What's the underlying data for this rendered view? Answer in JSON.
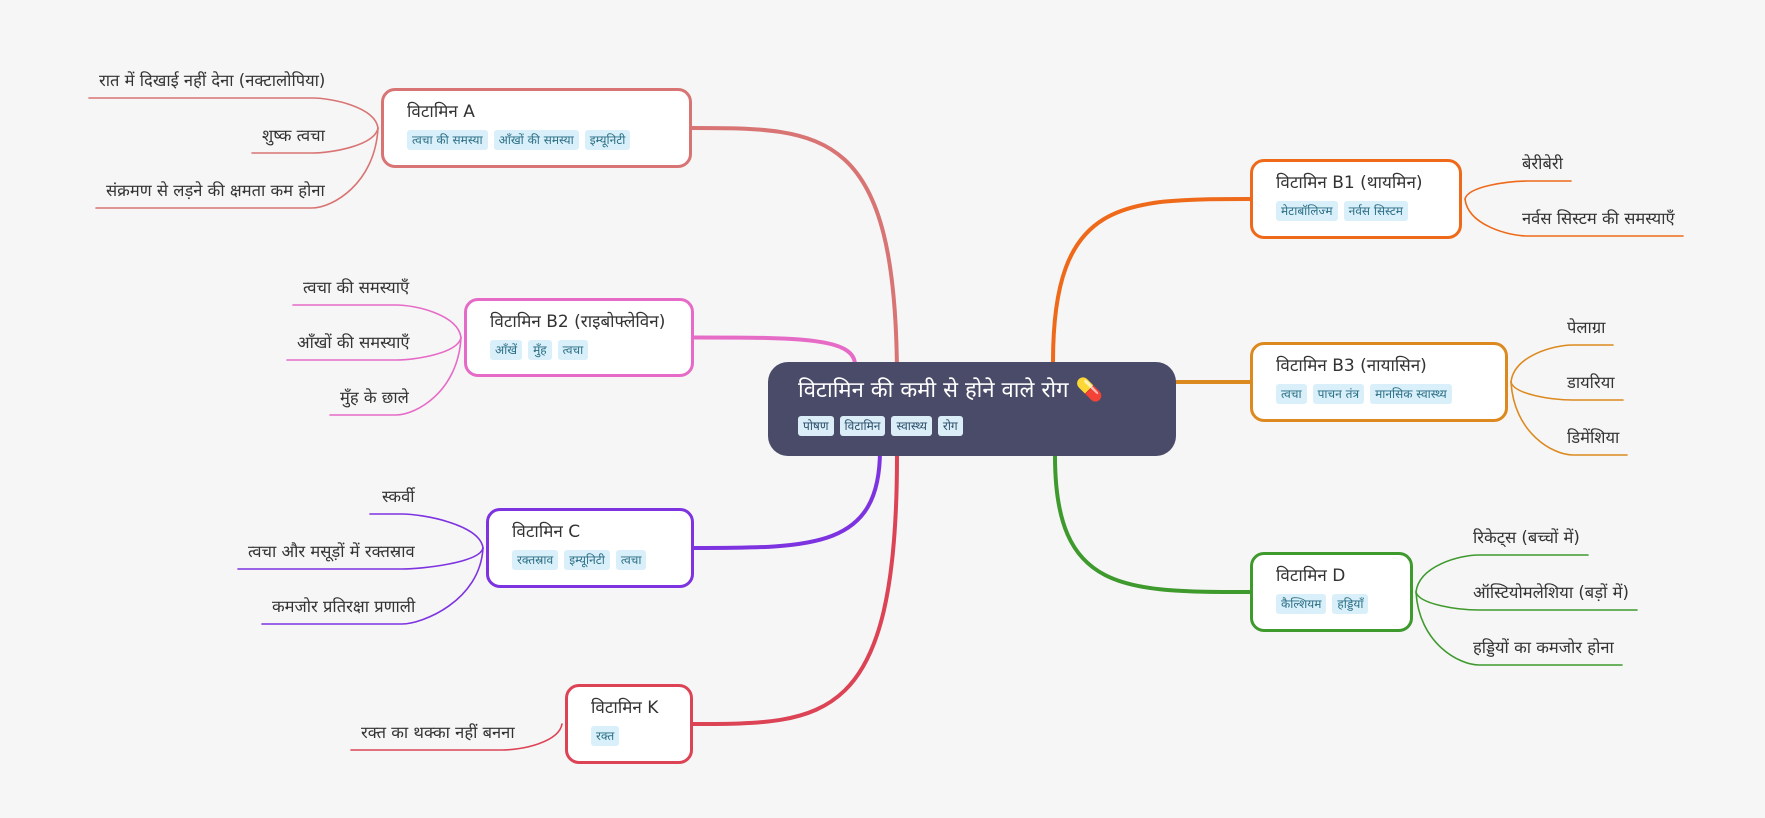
{
  "colors": {
    "background": "#f6f6f6",
    "root_fill": "#4a4b68",
    "tag_fill": "#d9f0fa",
    "vitamin_a": "#d97474",
    "vitamin_b2": "#e66bc7",
    "vitamin_c": "#7d33e0",
    "vitamin_k": "#dc4456",
    "vitamin_b1": "#ee6a1a",
    "vitamin_b3": "#dc8a1f",
    "vitamin_d": "#3f9a2e"
  },
  "root": {
    "title": "विटामिन की कमी से होने वाले रोग 💊",
    "tags": [
      "पोषण",
      "विटामिन",
      "स्वास्थ्य",
      "रोग"
    ]
  },
  "branches": [
    {
      "title": "विटामिन A",
      "tags": [
        "त्वचा की समस्या",
        "आँखों की समस्या",
        "इम्यूनिटी"
      ],
      "children": [
        "रात में दिखाई नहीं देना (नक्टालोपिया)",
        "शुष्क त्वचा",
        "संक्रमण से लड़ने की क्षमता कम होना"
      ]
    },
    {
      "title": "विटामिन B2 (राइबोफ्लेविन)",
      "tags": [
        "आँखें",
        "मुँह",
        "त्वचा"
      ],
      "children": [
        "त्वचा की समस्याएँ",
        "आँखों की समस्याएँ",
        "मुँह के छाले"
      ]
    },
    {
      "title": "विटामिन C",
      "tags": [
        "रक्तस्राव",
        "इम्यूनिटी",
        "त्वचा"
      ],
      "children": [
        "स्कर्वी",
        "त्वचा और मसूड़ों में रक्तस्राव",
        "कमजोर प्रतिरक्षा प्रणाली"
      ]
    },
    {
      "title": "विटामिन K",
      "tags": [
        "रक्त"
      ],
      "children": [
        "रक्त का थक्का नहीं बनना"
      ]
    },
    {
      "title": "विटामिन B1 (थायमिन)",
      "tags": [
        "मेटाबॉलिज्म",
        "नर्वस सिस्टम"
      ],
      "children": [
        "बेरीबेरी",
        "नर्वस सिस्टम की समस्याएँ"
      ]
    },
    {
      "title": "विटामिन B3 (नायासिन)",
      "tags": [
        "त्वचा",
        "पाचन तंत्र",
        "मानसिक स्वास्थ्य"
      ],
      "children": [
        "पेलाग्रा",
        "डायरिया",
        "डिमेंशिया"
      ]
    },
    {
      "title": "विटामिन D",
      "tags": [
        "कैल्शियम",
        "हड्डियाँ"
      ],
      "children": [
        "रिकेट्स (बच्चों में)",
        "ऑस्टियोमलेशिया (बड़ों में)",
        "हड्डियों का कमजोर होना"
      ]
    }
  ]
}
